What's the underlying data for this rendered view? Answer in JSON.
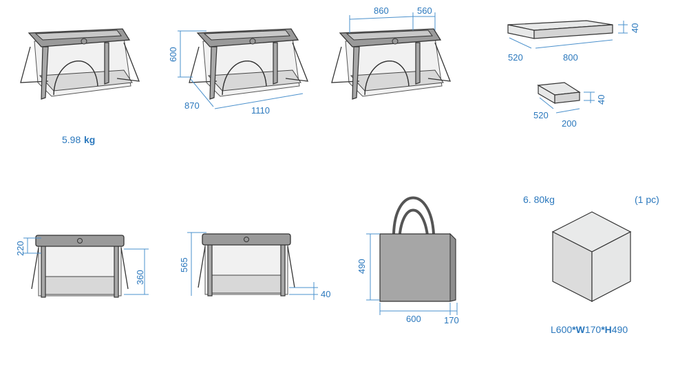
{
  "colors": {
    "label": "#2b78bd",
    "frame": "#9a9a9a"
  },
  "crib_weight": {
    "value": "5.98",
    "unit": "kg"
  },
  "crib_dimensions": {
    "height": "600",
    "depth": "870",
    "length": "1110"
  },
  "crib_top": {
    "length": "860",
    "width": "560"
  },
  "mattress_large": {
    "width": "520",
    "length": "800",
    "thickness": "40"
  },
  "mattress_small": {
    "width": "520",
    "length": "200",
    "thickness": "40"
  },
  "front_view_a": {
    "rim_height": "220",
    "inner_height": "360"
  },
  "front_view_b": {
    "total_height": "565",
    "floor_height": "40"
  },
  "bag": {
    "height": "490",
    "length": "600",
    "width": "170"
  },
  "carton": {
    "weight": "6. 80kg",
    "quantity": "(1 pc)",
    "l_label": "L",
    "l": "600",
    "sep": "*",
    "w_label": "W",
    "w": "170",
    "h_label": "H",
    "h": "490"
  }
}
